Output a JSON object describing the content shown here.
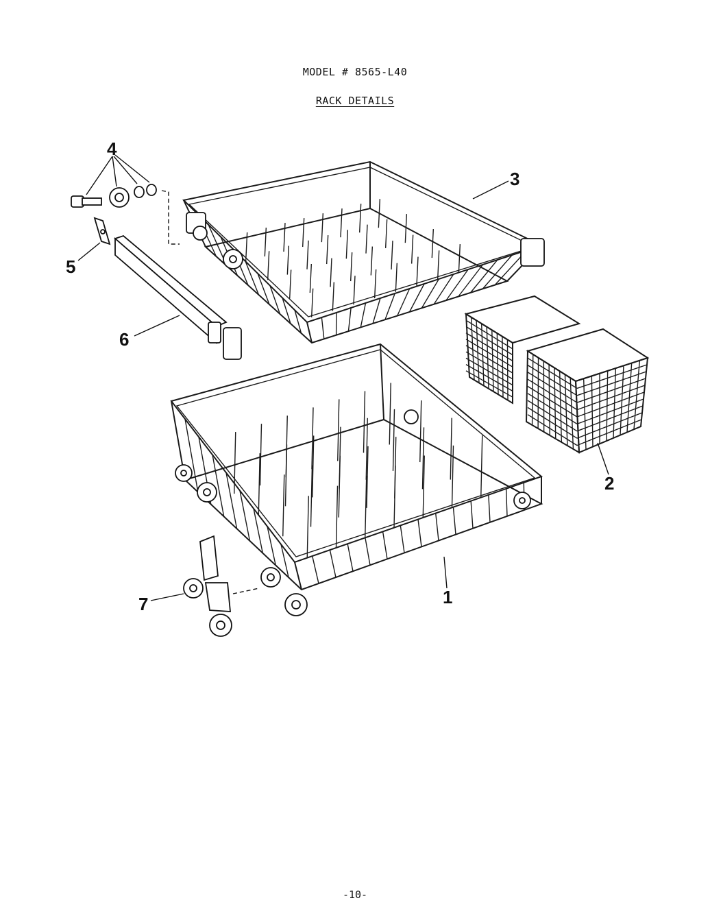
{
  "header": {
    "model": "MODEL # 8565-L40",
    "title": "RACK DETAILS"
  },
  "callouts": [
    "1",
    "2",
    "3",
    "4",
    "5",
    "6",
    "7"
  ],
  "footer": {
    "page_number": "-10-"
  }
}
